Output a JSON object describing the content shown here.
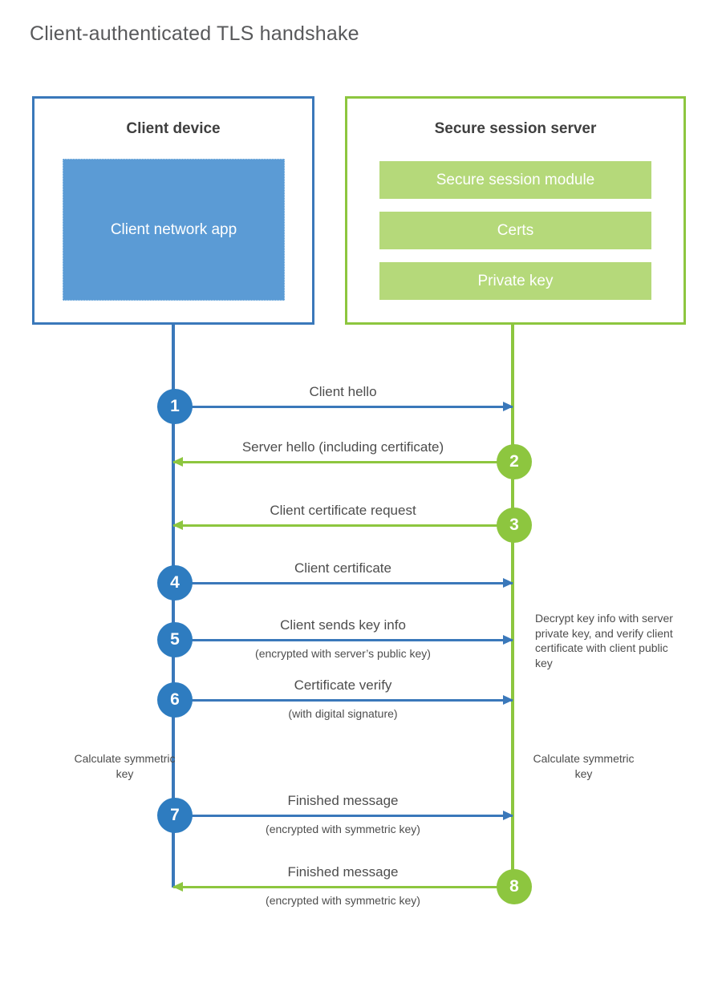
{
  "title": "Client-authenticated TLS handshake",
  "colors": {
    "client_blue": "#3a78ba",
    "client_app_fill": "#5b9bd5",
    "server_green": "#8dc63f",
    "server_bar_fill": "#b5d97a",
    "step_blue": "#2e7cc0",
    "text": "#4d4d4d",
    "title_text": "#58595b"
  },
  "client_entity": {
    "title": "Client device",
    "app_label": "Client network app"
  },
  "server_entity": {
    "title": "Secure session server",
    "bars": [
      {
        "label": "Secure session module"
      },
      {
        "label": "Certs"
      },
      {
        "label": "Private key"
      }
    ]
  },
  "notes": {
    "server_decrypt": "Decrypt key info with server private key, and verify client certificate with client public key",
    "calculate_client": "Calculate symmetric key",
    "calculate_server": "Calculate symmetric key"
  },
  "chart_data": {
    "type": "diagram",
    "diagram_kind": "sequence",
    "title": "Client-authenticated TLS handshake",
    "participants": [
      {
        "id": "client",
        "label": "Client device",
        "color": "#3a78ba"
      },
      {
        "id": "server",
        "label": "Secure session server",
        "color": "#8dc63f"
      }
    ],
    "steps": [
      {
        "number": "1",
        "label": "Client hello",
        "sub": "",
        "from": "client",
        "to": "server",
        "color": "blue"
      },
      {
        "number": "2",
        "label": "Server hello (including certificate)",
        "sub": "",
        "from": "server",
        "to": "client",
        "color": "green"
      },
      {
        "number": "3",
        "label": "Client certificate request",
        "sub": "",
        "from": "server",
        "to": "client",
        "color": "green"
      },
      {
        "number": "4",
        "label": "Client certificate",
        "sub": "",
        "from": "client",
        "to": "server",
        "color": "blue"
      },
      {
        "number": "5",
        "label": "Client sends key info",
        "sub": "(encrypted with server’s public key)",
        "from": "client",
        "to": "server",
        "color": "blue"
      },
      {
        "number": "6",
        "label": "Certificate verify",
        "sub": "(with digital signature)",
        "from": "client",
        "to": "server",
        "color": "blue"
      },
      {
        "number": "7",
        "label": "Finished message",
        "sub": "(encrypted with symmetric key)",
        "from": "client",
        "to": "server",
        "color": "blue"
      },
      {
        "number": "8",
        "label": "Finished message",
        "sub": "(encrypted with symmetric key)",
        "from": "server",
        "to": "client",
        "color": "green"
      }
    ]
  }
}
